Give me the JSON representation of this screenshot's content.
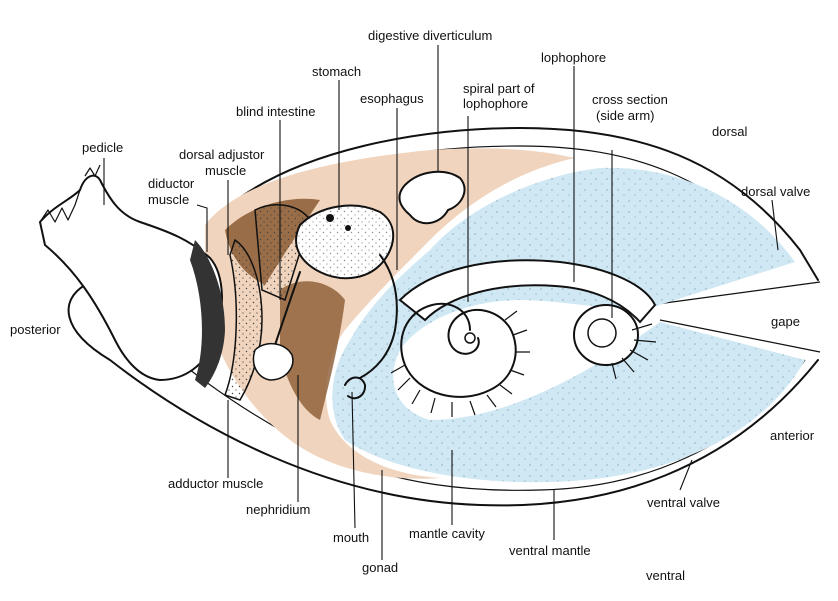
{
  "diagram": {
    "colors": {
      "mantle_cavity": "#cfe8f4",
      "body_tissue": "#f0d4bd",
      "dark_tissue": "#8a5a32",
      "ink": "#111111",
      "background": "#ffffff"
    },
    "labels": {
      "digestive_diverticulum": "digestive diverticulum",
      "lophophore": "lophophore",
      "stomach": "stomach",
      "spiral_line1": "spiral part of",
      "spiral_line2": "lophophore",
      "esophagus": "esophagus",
      "cross_line1": "cross section",
      "cross_line2": "(side arm)",
      "blind_intestine": "blind intestine",
      "pedicle": "pedicle",
      "dorsal_adjustor_line1": "dorsal adjustor",
      "dorsal_adjustor_line2": "muscle",
      "dorsal": "dorsal",
      "diductor_line1": "diductor",
      "diductor_line2": "muscle",
      "dorsal_valve": "dorsal valve",
      "posterior": "posterior",
      "gape": "gape",
      "anterior": "anterior",
      "adductor_muscle": "adductor muscle",
      "nephridium": "nephridium",
      "ventral_valve": "ventral valve",
      "mouth": "mouth",
      "mantle_cavity": "mantle cavity",
      "ventral_mantle": "ventral mantle",
      "gonad": "gonad",
      "ventral": "ventral"
    }
  }
}
